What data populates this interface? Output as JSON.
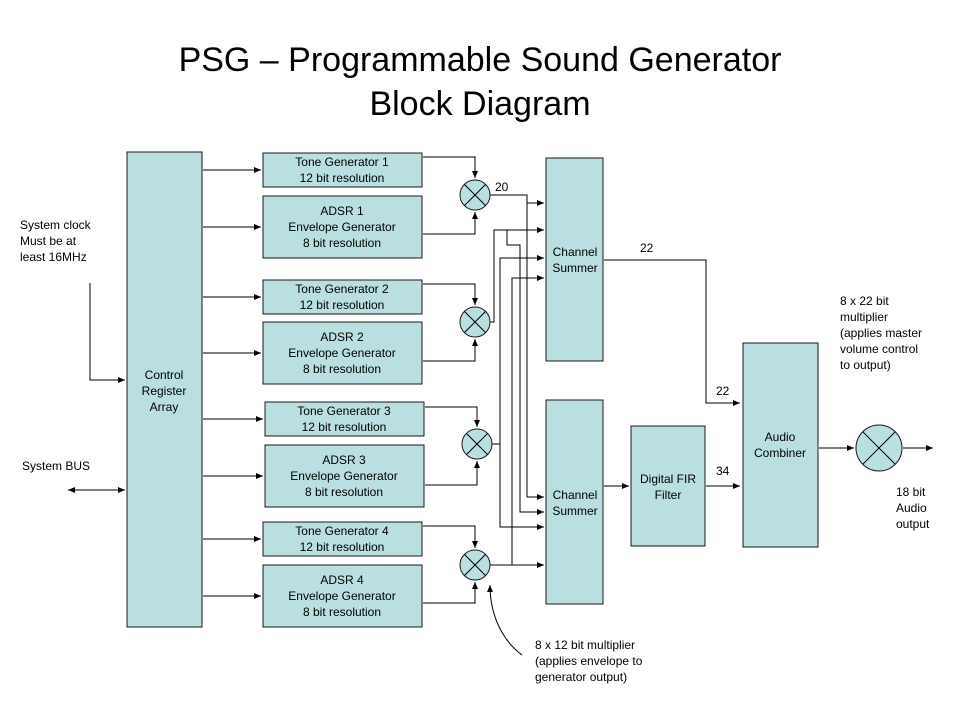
{
  "title": {
    "line1": "PSG – Programmable Sound Generator",
    "line2": "Block Diagram"
  },
  "blocks": {
    "control_register": [
      "Control",
      "Register",
      "Array"
    ],
    "tone_generator_1": [
      "Tone Generator 1",
      "12 bit resolution"
    ],
    "adsr_1": [
      "ADSR 1",
      "Envelope Generator",
      "8 bit resolution"
    ],
    "tone_generator_2": [
      "Tone Generator 2",
      "12 bit resolution"
    ],
    "adsr_2": [
      "ADSR 2",
      "Envelope Generator",
      "8 bit resolution"
    ],
    "tone_generator_3": [
      "Tone Generator 3",
      "12 bit resolution"
    ],
    "adsr_3": [
      "ADSR 3",
      "Envelope Generator",
      "8 bit resolution"
    ],
    "tone_generator_4": [
      "Tone Generator 4",
      "12 bit resolution"
    ],
    "adsr_4": [
      "ADSR 4",
      "Envelope Generator",
      "8 bit resolution"
    ],
    "channel_summer_top": [
      "Channel",
      "Summer"
    ],
    "channel_summer_bottom": [
      "Channel",
      "Summer"
    ],
    "digital_fir_filter": [
      "Digital FIR",
      "Filter"
    ],
    "audio_combiner": [
      "Audio",
      "Combiner"
    ]
  },
  "labels": {
    "system_clock": [
      "System clock",
      "Must be at",
      "least  16MHz"
    ],
    "system_bus": [
      "System BUS"
    ],
    "master_multiplier_note": [
      "8 x 22 bit",
      "multiplier",
      "(applies master",
      "volume control",
      "to output)"
    ],
    "audio_output": [
      "18 bit",
      "Audio",
      "output"
    ],
    "envelope_multiplier_note": [
      "8 x 12 bit multiplier",
      "(applies envelope to",
      "generator output)"
    ],
    "width_20": [
      "20"
    ],
    "width_22_top": [
      "22"
    ],
    "width_22_mid": [
      "22"
    ],
    "width_34": [
      "34"
    ]
  },
  "colors": {
    "block_fill": "#b9dfe0",
    "block_stroke": "#1a1a1a",
    "wire": "#000000"
  }
}
